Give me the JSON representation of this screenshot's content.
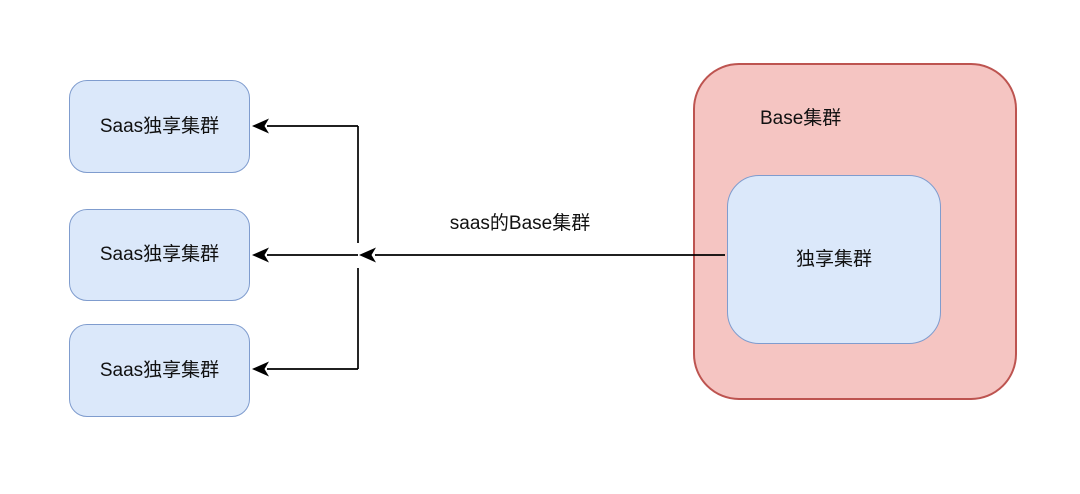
{
  "diagram": {
    "saas_clusters": [
      {
        "label": "Saas独享集群"
      },
      {
        "label": "Saas独享集群"
      },
      {
        "label": "Saas独享集群"
      }
    ],
    "base_cluster": {
      "label": "Base集群",
      "inner_cluster": {
        "label": "独享集群"
      }
    },
    "connector_label": "saas的Base集群",
    "colors": {
      "saas_box_fill": "#dbe8fa",
      "saas_box_stroke": "#7f9cce",
      "base_box_fill": "#f5c5c2",
      "base_box_stroke": "#bd5450",
      "connector_line": "#000000",
      "text": "#111111",
      "background": "#ffffff"
    }
  }
}
